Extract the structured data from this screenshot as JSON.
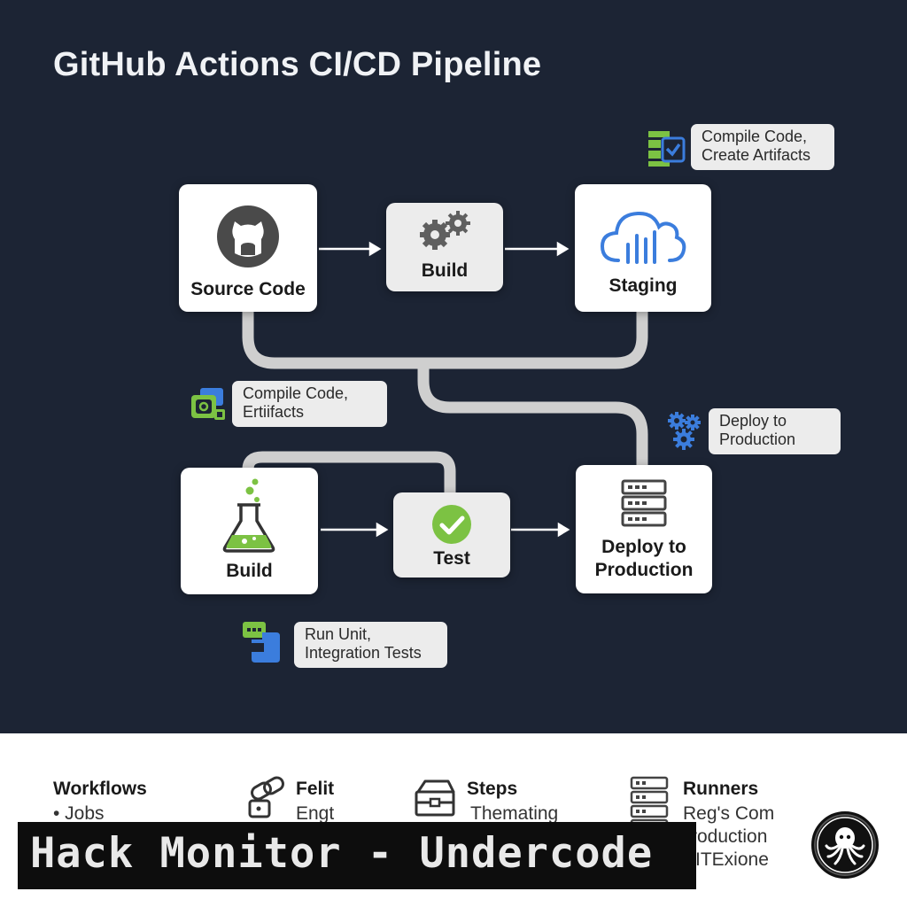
{
  "title": "GitHub Actions CI/CD Pipeline",
  "nodes": {
    "source": "Source Code",
    "build_top": "Build",
    "staging": "Staging",
    "build_bottom": "Build",
    "test": "Test",
    "deploy_line1": "Deploy to",
    "deploy_line2": "Production"
  },
  "notes": {
    "compile_top_1": "Compile Code,",
    "compile_top_2": "Create Artifacts",
    "compile_mid_1": "Compile Code,",
    "compile_mid_2": "Ertiifacts",
    "deploy_1": "Deploy to",
    "deploy_2": "Production",
    "tests_1": "Run Unit,",
    "tests_2": "Integration Tests"
  },
  "legend": {
    "workflows": "Workflows",
    "jobs": "• Jobs",
    "felit": "Felit",
    "engt": "Engt",
    "steps": "Steps",
    "themating": "Themating",
    "runners": "Runners",
    "regs": "Reg's Com",
    "roduction": "roduction",
    "itexione": "ITExione"
  },
  "banner": "Hack Monitor - Undercode",
  "colors": {
    "background": "#1c2434",
    "accent_blue": "#3b7ddd",
    "accent_green": "#7cc243",
    "connector": "#cfcfcf"
  }
}
